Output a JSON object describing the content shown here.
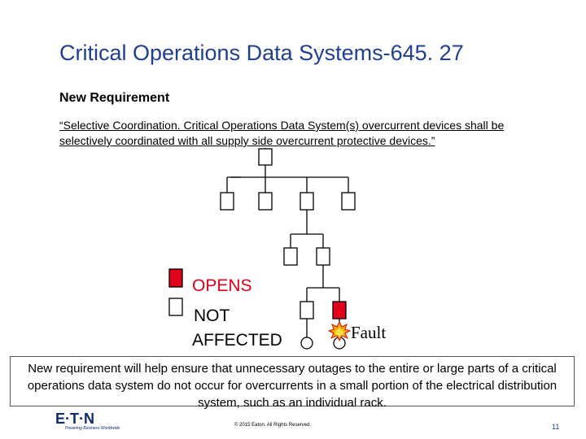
{
  "slide": {
    "title": "Critical Operations Data Systems-645. 27",
    "subheading": "New Requirement",
    "quote": "“Selective Coordination.  Critical Operations Data System(s) overcurrent devices shall be selectively coordinated with all supply side overcurrent protective devices.”"
  },
  "legend": {
    "opens_label": "OPENS",
    "not_affected_line1": "NOT",
    "not_affected_line2": "AFFECTED",
    "opens_color": "#e0001b"
  },
  "diagram": {
    "fault_label": "Fault",
    "fault_icon": "explosion-icon"
  },
  "callout": {
    "text": "New requirement will help ensure that unnecessary outages to the entire or large parts of a critical operations data system do not occur for overcurrents in a small portion of the electrical distribution system, such as an individual rack."
  },
  "footer": {
    "logo_text": "E·T·N",
    "logo_tagline": "Powering Business Worldwide",
    "copyright": "© 2015 Eaton. All Rights Reserved.",
    "page_number": "11"
  },
  "colors": {
    "title": "#1f3f8f",
    "brand": "#0f2b6b",
    "open_device": "#e0001b"
  }
}
